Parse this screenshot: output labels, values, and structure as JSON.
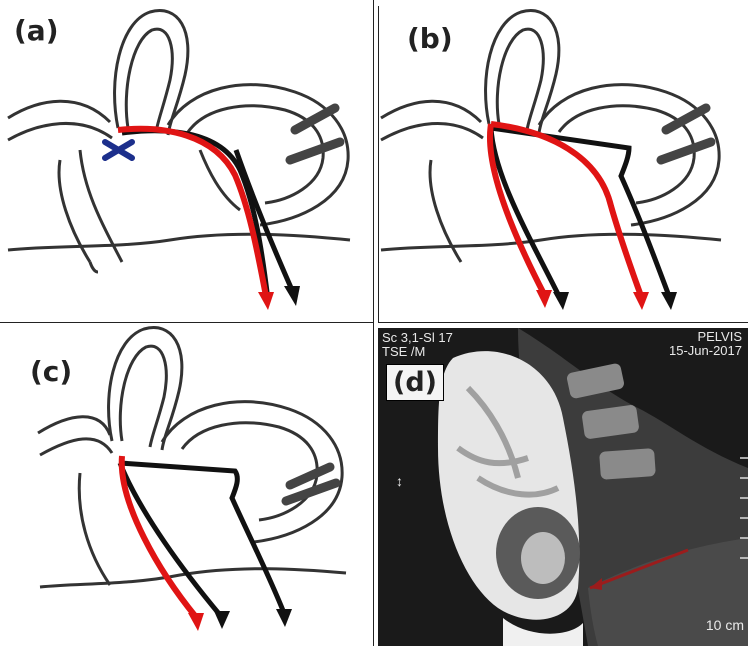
{
  "panels": {
    "a": {
      "label": "(a)"
    },
    "b": {
      "label": "(b)"
    },
    "c": {
      "label": "(c)"
    },
    "d": {
      "label": "(d)"
    }
  },
  "mri": {
    "top_left_line1": "Sc 3,1-Sl 17",
    "top_left_line2": "TSE /M",
    "top_right_line1": "PELVIS",
    "top_right_line2": "15-Jun-2017",
    "scale_text": "10 cm",
    "side_marker": "↕"
  },
  "colors": {
    "red_path": "#e01414",
    "black_path": "#111111",
    "occlusion": "#1c2f8c",
    "anatomy_line": "#333333"
  }
}
